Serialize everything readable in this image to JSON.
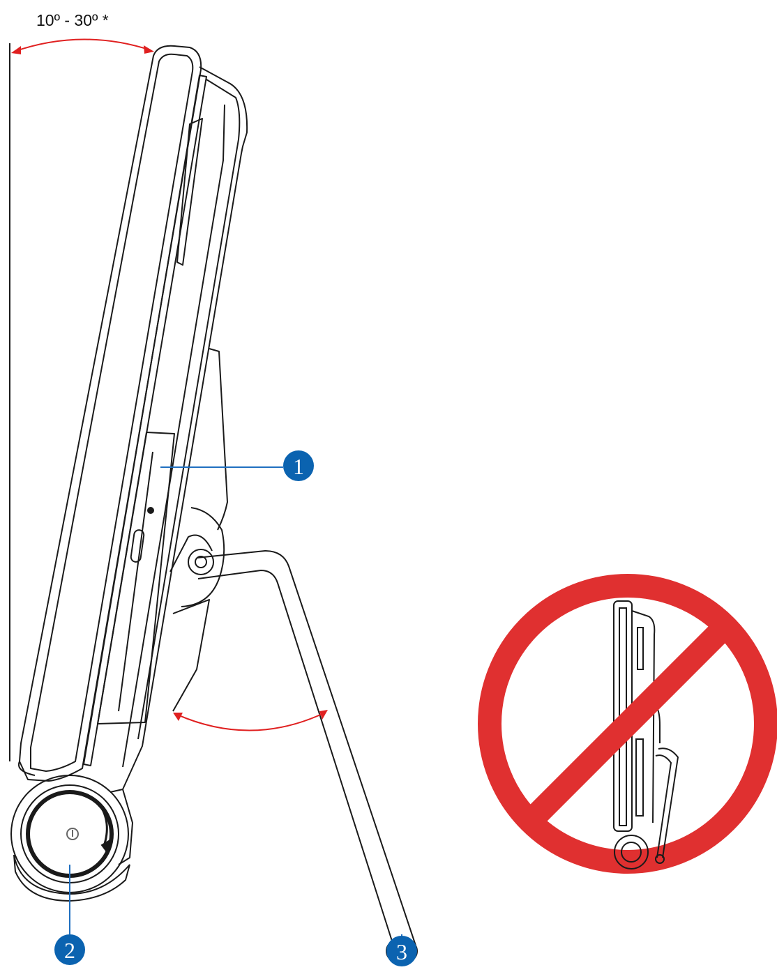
{
  "angle_label": "10º - 30º *",
  "callouts": [
    {
      "id": "1",
      "label": "1"
    },
    {
      "id": "2",
      "label": "2"
    },
    {
      "id": "3",
      "label": "3"
    }
  ],
  "colors": {
    "line": "#1a1a1a",
    "arrow_red": "#e02020",
    "prohibited_red": "#e03030",
    "callout_blue": "#0b63b0",
    "callout_line": "#1f6fc0"
  },
  "icons": {
    "prohibited": "prohibited-sign-icon",
    "power": "power-icon"
  }
}
